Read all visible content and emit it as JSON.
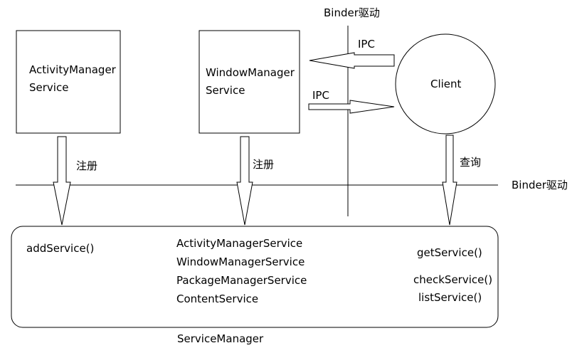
{
  "labels": {
    "binder_top": "Binder驱动",
    "binder_right": "Binder驱动",
    "ams_line1": "ActivityManager",
    "ams_line2": "Service",
    "wms_line1": "WindowManager",
    "wms_line2": "Service",
    "client": "Client",
    "ipc_top": "IPC",
    "ipc_bottom": "IPC",
    "register_left": "注册",
    "register_mid": "注册",
    "query": "查询",
    "add_service": "addService()",
    "services_list": [
      "ActivityManagerService",
      "WindowManagerService",
      "PackageManagerService",
      "ContentService"
    ],
    "get_service": "getService()",
    "check_service": "checkService()",
    "list_service": "listService()",
    "service_manager": "ServiceManager"
  }
}
